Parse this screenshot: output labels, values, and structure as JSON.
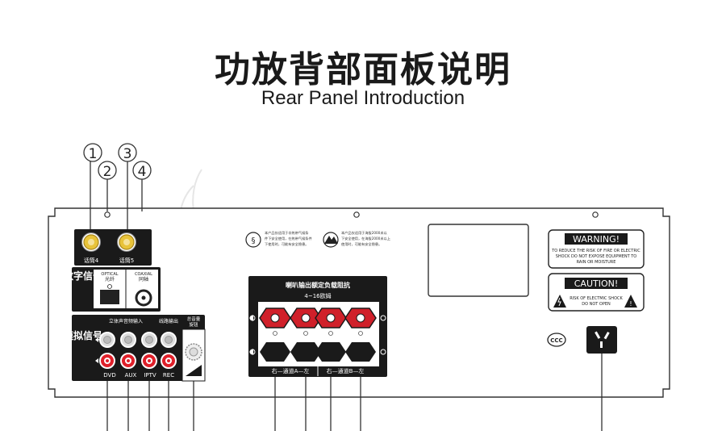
{
  "title": "功放背部面板说明",
  "subtitle": "Rear Panel Introduction",
  "callouts": [
    "1",
    "2",
    "3",
    "4"
  ],
  "mic": {
    "mic4": "话筒4",
    "mic5": "话筒5"
  },
  "digital": {
    "side_label": "数字信号",
    "optical_en": "OPTICAL",
    "optical_cn": "光纤",
    "coaxial_en": "COAXIAL",
    "coaxial_cn": "同轴"
  },
  "analog": {
    "side_label": "模拟信号",
    "stereo_input": "立体声音频输入",
    "line_output": "线路输出",
    "master_volume_1": "总音量",
    "master_volume_2": "旋钮",
    "jack_labels": [
      "DVD",
      "AUX",
      "IPTV",
      "REC"
    ]
  },
  "speaker": {
    "header_1": "喇叭输出额定负载阻抗",
    "header_2": "4~16欧姆",
    "left_group": "右—通道A—左",
    "right_group": "右—通道B—左"
  },
  "notes": {
    "note1": [
      "本产品仅适用于非热带气候条",
      "件下安全使用，在热带气候条件",
      "下使用时，可能有安全隐患。"
    ],
    "note2": [
      "本产品仅适用于海拔2000米以",
      "下安全使用，在海拔2000米以上",
      "使用时，可能有安全隐患。"
    ]
  },
  "warning": {
    "title": "WARNING!",
    "text": [
      "TO REDUCE THE RISK OF FIRE OR ELECTRIC",
      "SHOCK DO NOT EXPOSE EQUIPMENT TO",
      "RAIN OR MOISTURE"
    ]
  },
  "caution": {
    "title": "CAUTION!",
    "text": [
      "RISK OF ELECTMIC SHOCK",
      "DO NOT OPEN"
    ]
  },
  "ccc_mark": "CCC",
  "colors": {
    "rca_red": "#e0202a",
    "gold": "#e8c33a",
    "panel_dark": "#1a1a1a",
    "speaker_red": "#d0202a"
  }
}
